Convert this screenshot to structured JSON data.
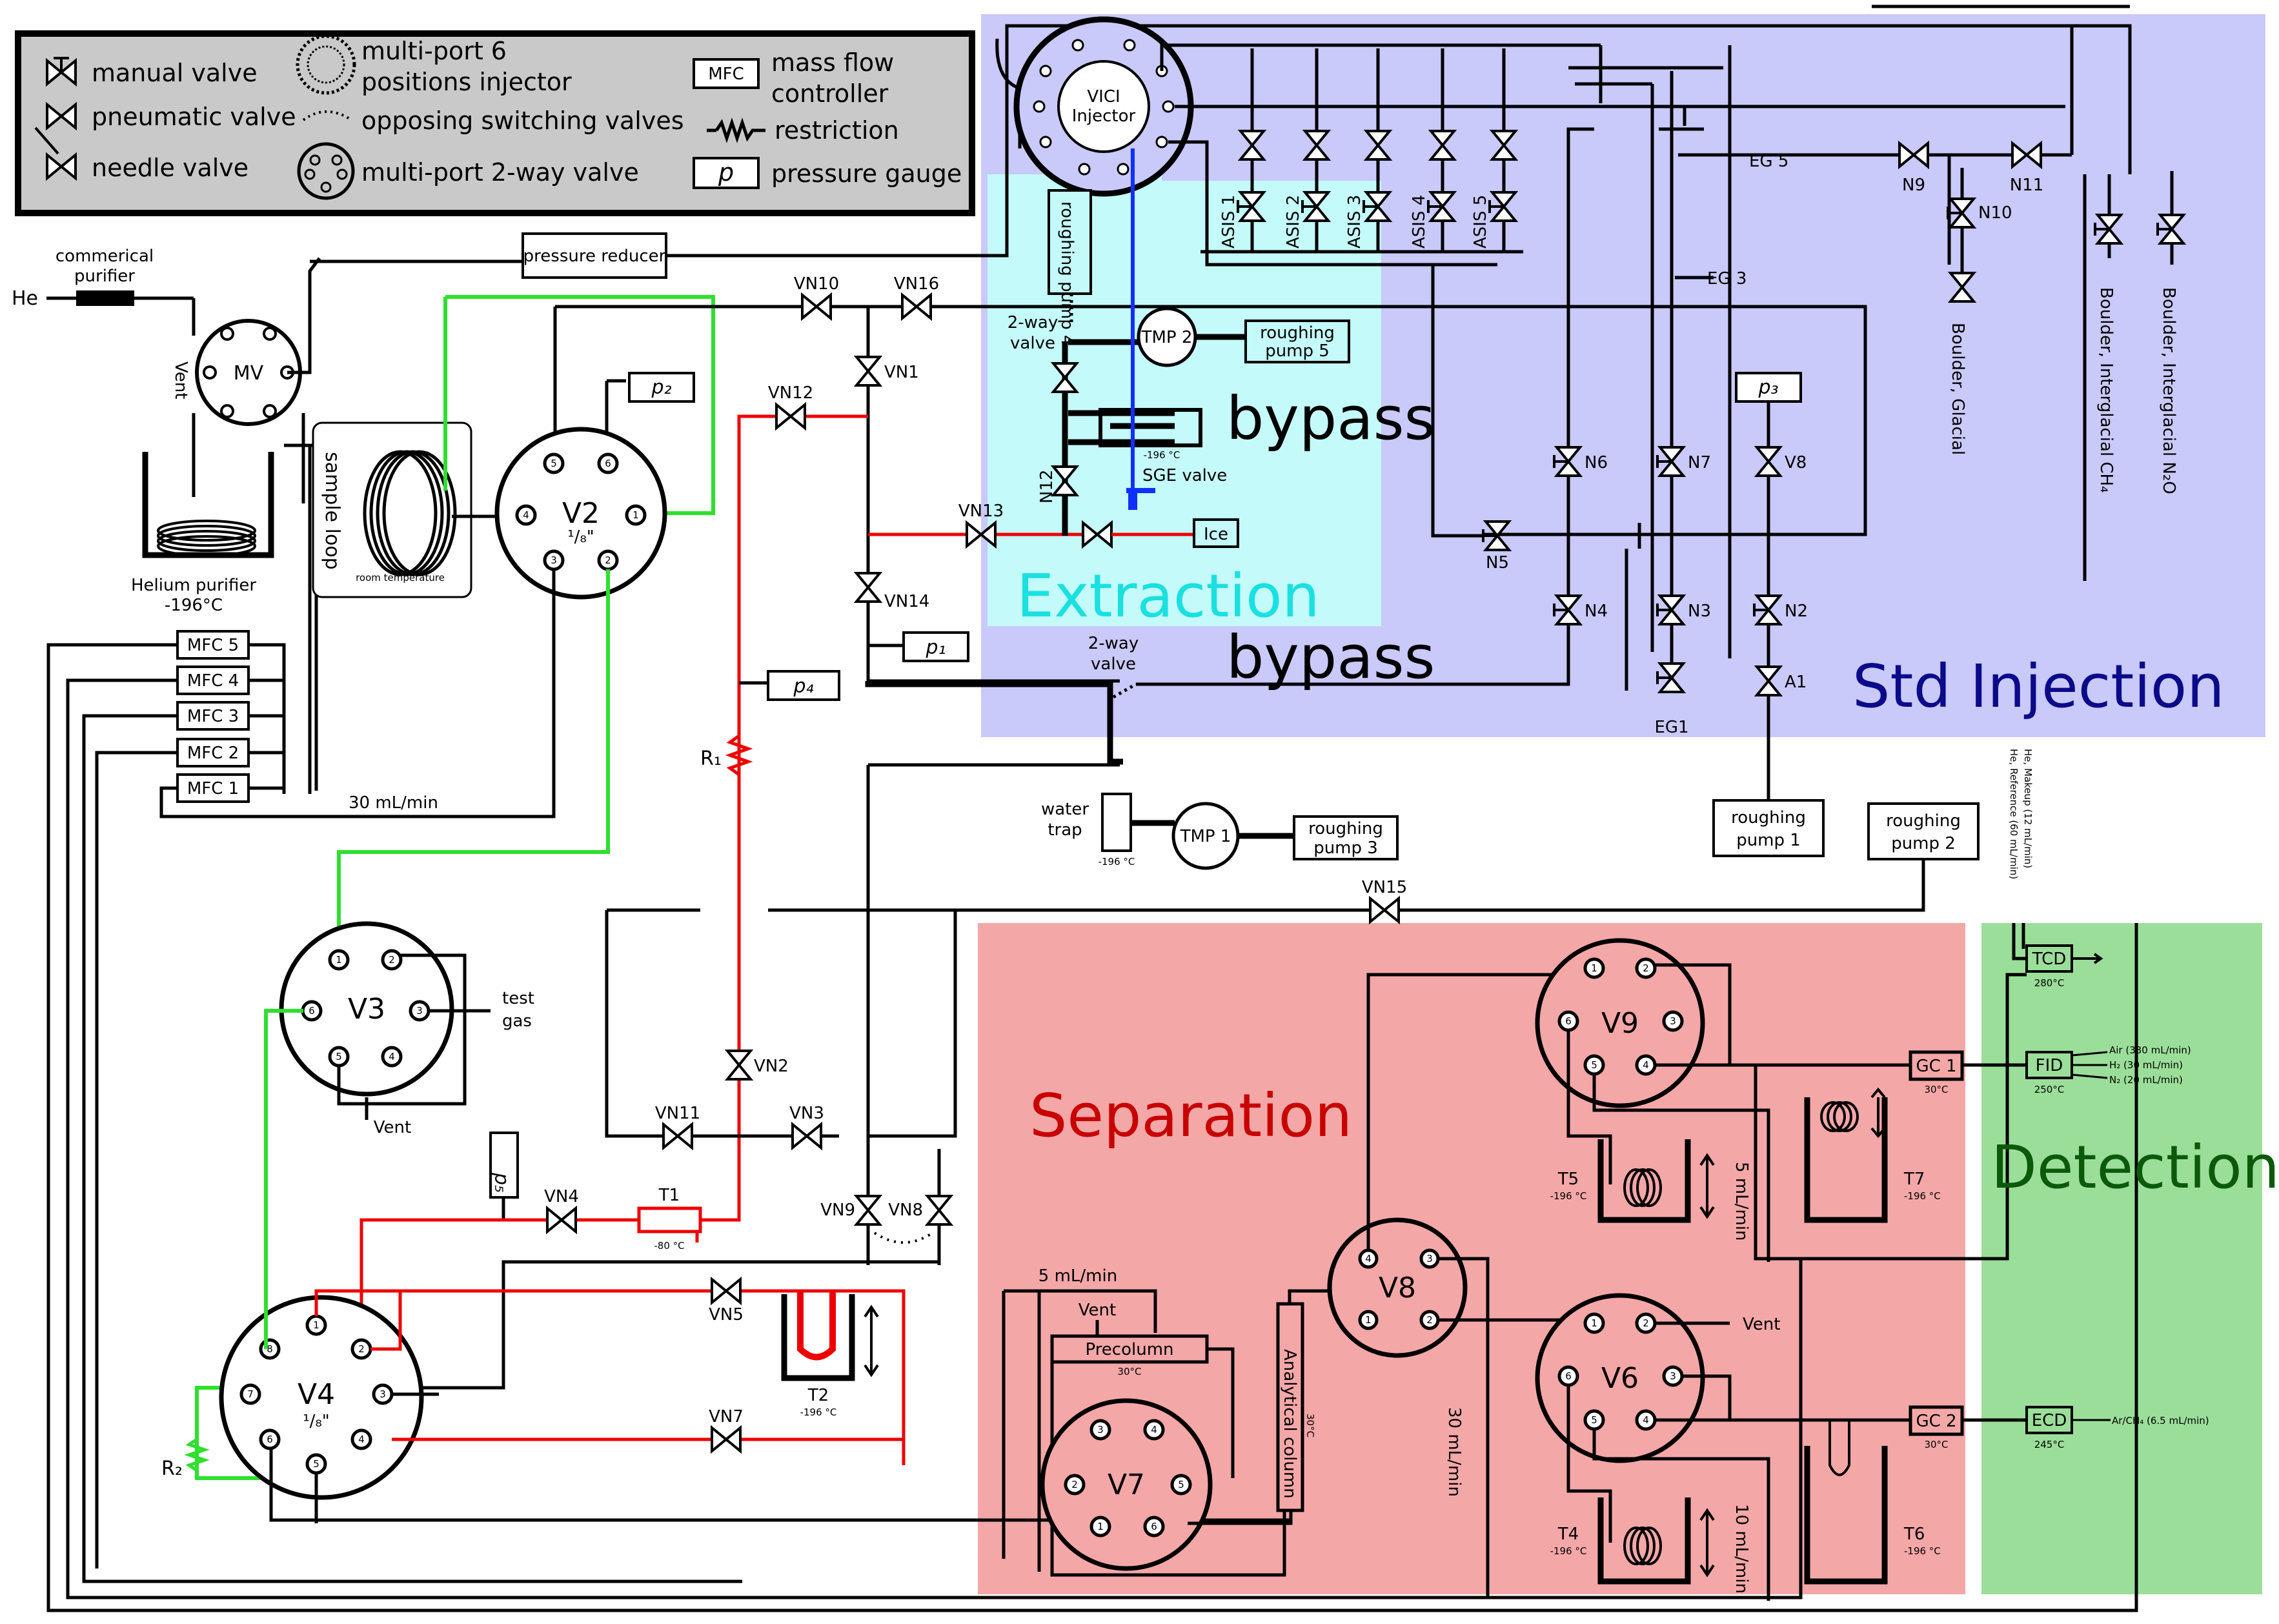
{
  "legend": {
    "manual_valve": "manual valve",
    "pneumatic_valve": "pneumatic valve",
    "needle_valve": "needle valve",
    "multiport6_line1": "multi-port 6",
    "multiport6_line2": "positions injector",
    "opposing": "opposing switching valves",
    "multiport2way": "multi-port 2-way valve",
    "mfc_symbol": "MFC",
    "mfc_line1": "mass flow",
    "mfc_line2": "controller",
    "restriction": "restriction",
    "p_symbol": "p",
    "pressure_gauge": "pressure gauge"
  },
  "sections": {
    "extraction": "Extraction",
    "std_injection": "Std Injection",
    "separation": "Separation",
    "detection": "Detection"
  },
  "colors": {
    "std_injection_bg": "#c9c9fa",
    "extraction_bg": "#c4fafa",
    "separation_bg": "#f4a7a7",
    "detection_bg": "#9bde99",
    "legend_bg": "#c9c9c9",
    "cryo_line": "#e00000",
    "sample_line": "#2ee02e",
    "sge_line": "#1030ff"
  },
  "labels": {
    "he": "He",
    "commercial_purifier_1": "commerical",
    "commercial_purifier_2": "purifier",
    "vent": "Vent",
    "mv": "MV",
    "helium_purifier_1": "Helium purifier",
    "helium_purifier_2": "-196°C",
    "pressure_reducer": "pressure reducer",
    "sample_loop": "sample loop",
    "room_temperature": "room temperature",
    "mfc5": "MFC 5",
    "mfc4": "MFC 4",
    "mfc3": "MFC 3",
    "mfc2": "MFC 2",
    "mfc1": "MFC 1",
    "flow30": "30 mL/min",
    "v2": "V2",
    "v2_size": "¹/₈\"",
    "p2": "p₂",
    "vn10": "VN10",
    "vn16": "VN16",
    "vn1": "VN1",
    "vn12": "VN12",
    "vn13": "VN13",
    "vn14": "VN14",
    "p1": "p₁",
    "p4": "p₄",
    "r1": "R₁",
    "two_way_valve_1": "2-way",
    "two_way_valve_2": "valve",
    "bypass": "bypass",
    "water_trap_1": "water",
    "water_trap_2": "trap",
    "m196": "-196 °C",
    "tmp1": "TMP 1",
    "roughing_pump3_1": "roughing",
    "roughing_pump3_2": "pump 3",
    "vici_1": "VICI",
    "vici_2": "Injector",
    "roughing_pump4": "roughing pump 4",
    "tmp2": "TMP 2",
    "roughing_pump5_1": "roughing",
    "roughing_pump5_2": "pump 5",
    "n12": "N12",
    "sge_valve": "SGE valve",
    "ice": "Ice",
    "asis1": "ASIS 1",
    "asis2": "ASIS 2",
    "asis3": "ASIS 3",
    "asis4": "ASIS 4",
    "asis5": "ASIS 5",
    "eg5": "EG 5",
    "n9": "N9",
    "n11": "N11",
    "n10": "N10",
    "eg3": "EG 3",
    "boulder_glacial": "Boulder, Glacial",
    "boulder_ch4": "Boulder, Interglacial CH₄",
    "boulder_n2o": "Boulder, Interglacial N₂O",
    "p3": "p₃",
    "n6": "N6",
    "n7": "N7",
    "v8valve": "V8",
    "n5": "N5",
    "n4": "N4",
    "n3": "N3",
    "n2": "N2",
    "a1": "A1",
    "eg1": "EG1",
    "roughing_pump1_1": "roughing",
    "roughing_pump1_2": "pump 1",
    "roughing_pump2_1": "roughing",
    "roughing_pump2_2": "pump 2",
    "he_reference": "He, Reference (60 mL/min)",
    "he_makeup": "He, Makeup (12 mL/min)",
    "vn15": "VN15",
    "v3": "V3",
    "test_gas_1": "test",
    "test_gas_2": "gas",
    "vn11": "VN11",
    "vn3": "VN3",
    "vn2": "VN2",
    "p5": "p₅",
    "vn4": "VN4",
    "t1": "T1",
    "m80": "-80 °C",
    "vn9": "VN9",
    "vn8": "VN8",
    "v4": "V4",
    "v4_size": "¹/₈\"",
    "r2": "R₂",
    "vn5": "VN5",
    "t2": "T2",
    "vn7": "VN7",
    "flow5a": "5 mL/min",
    "precolumn": "Precolumn",
    "c30": "30°C",
    "v7": "V7",
    "analytical_column": "Analytical column",
    "flow30b": "30 mL/min",
    "v8": "V8",
    "v9": "V9",
    "v6": "V6",
    "t5": "T5",
    "t7": "T7",
    "t4": "T4",
    "t6": "T6",
    "flow5b": "5 mL/min",
    "flow10": "10 mL/min",
    "gc1": "GC 1",
    "gc2": "GC 2",
    "tcd": "TCD",
    "c280": "280°C",
    "fid": "FID",
    "c250": "250°C",
    "ecd": "ECD",
    "c245": "245°C",
    "air": "Air (330 mL/min)",
    "h2": "H₂ (30 mL/min)",
    "n2gas": "N₂ (20 mL/min)",
    "arch4": "Ar/CH₄ (6.5 mL/min)"
  }
}
